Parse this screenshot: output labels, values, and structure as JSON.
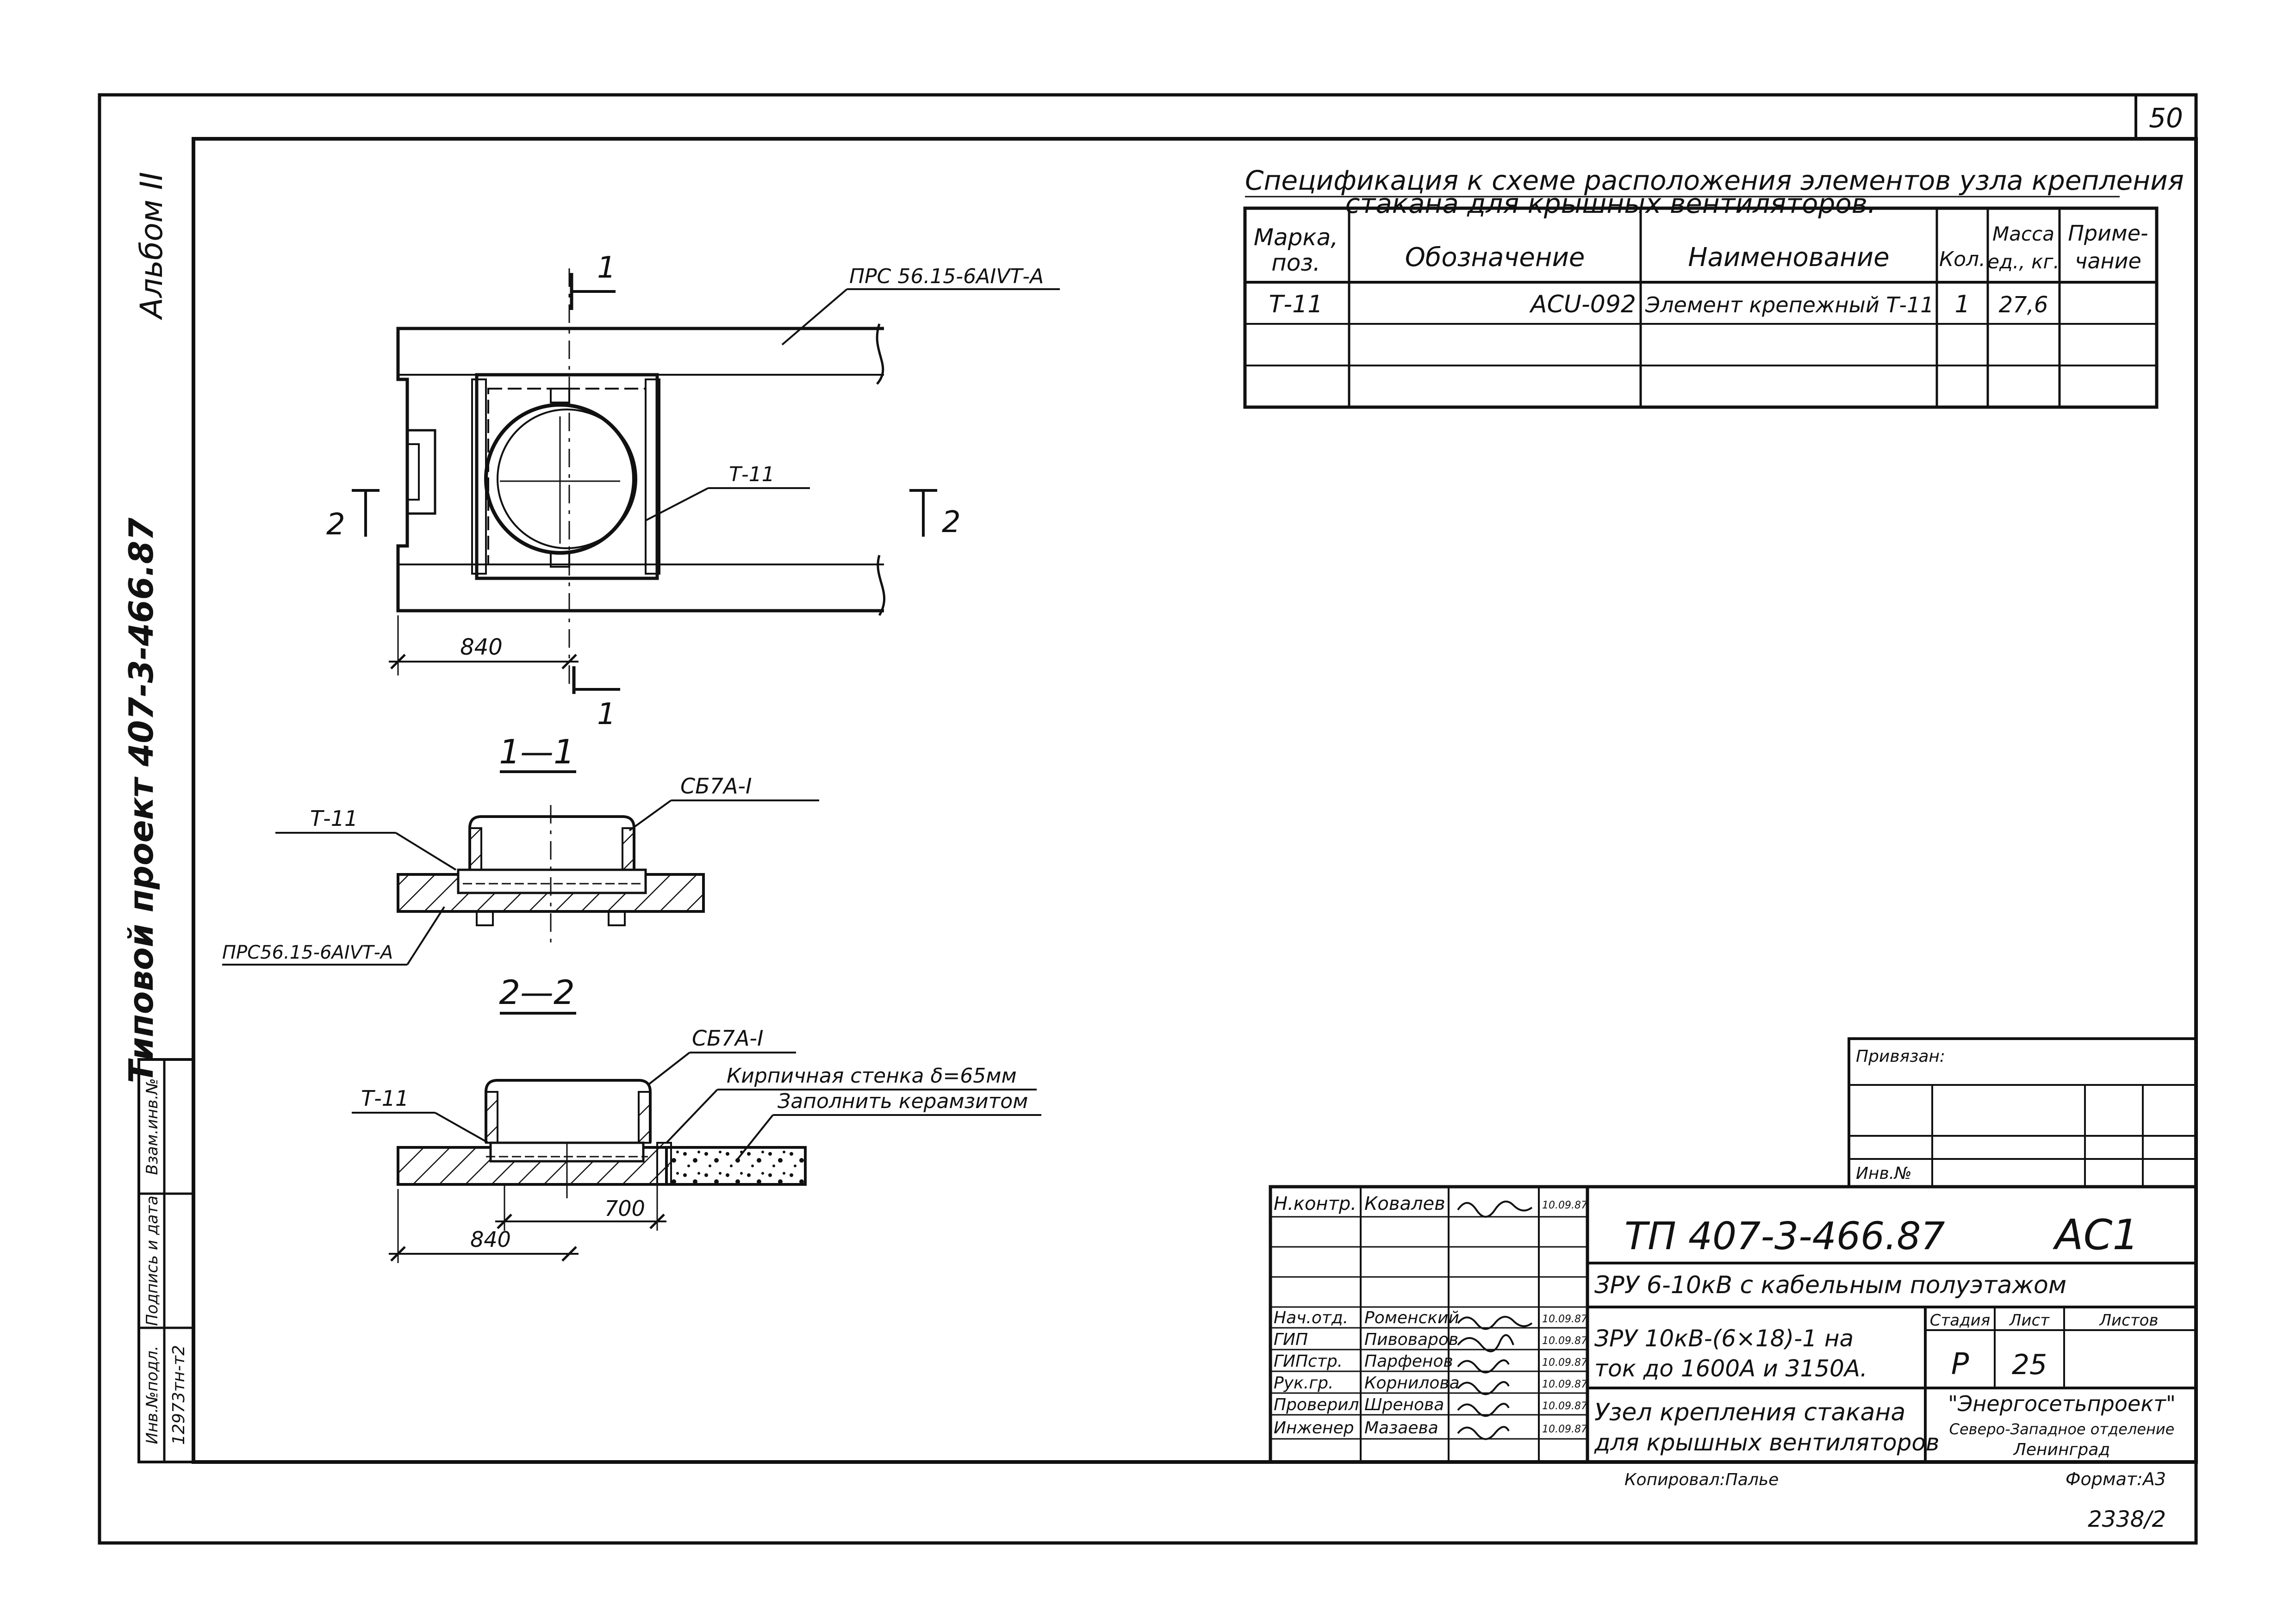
{
  "sheet": {
    "page_number": "50",
    "footer_code": "2338/2",
    "copied_by": "Копировал:Палье",
    "format": "Формат:А3"
  },
  "side": {
    "album": "Альбом II",
    "project": "Типовой проект 407-3-466.87",
    "stamp_labels": [
      "Инв.№подл.",
      "Подпись и дата",
      "Взам.инв.№"
    ],
    "stamp_value": "12973тн-т2"
  },
  "spec": {
    "title_line1": "Спецификация к схеме расположения элементов узла крепления",
    "title_line2": "стакана для крышных вентиляторов.",
    "columns": {
      "mark": [
        "Марка,",
        "поз."
      ],
      "designation": "Обозначение",
      "name": "Наименование",
      "qty": "Кол.",
      "mass": [
        "Масса",
        "ед., кг."
      ],
      "note": [
        "Приме-",
        "чание"
      ]
    },
    "rows": [
      {
        "mark": "Т-11",
        "designation": "АСU-092",
        "name": "Элемент крепежный Т-11",
        "qty": "1",
        "mass": "27,6",
        "note": ""
      }
    ]
  },
  "plan": {
    "beam_label": "ПРС 56.15-6АIVТ-А",
    "element_label": "Т-11",
    "dimension": "840",
    "cut1_a": "1",
    "cut1_b": "1",
    "cut2_a": "2",
    "cut2_b": "2"
  },
  "section11": {
    "title": "1—1",
    "label_t11": "Т-11",
    "label_cb": "СБ7А-I",
    "label_beam": "ПРС56.15-6АIVТ-А"
  },
  "section22": {
    "title": "2—2",
    "label_t11": "Т-11",
    "label_cb": "СБ7А-I",
    "label_wall": "Кирпичная стенка δ=65мм",
    "label_fill": "Заполнить керамзитом",
    "dim_700": "700",
    "dim_840": "840"
  },
  "privyazan": {
    "label": "Привязан:",
    "inv_label": "Инв.№"
  },
  "titleblock": {
    "code": "ТП 407-3-466.87",
    "sheet_mark": "АС1",
    "object": "ЗРУ 6-10кВ с кабельным полуэтажом",
    "subject_line1": "ЗРУ 10кВ-(6×18)-1 на",
    "subject_line2": "ток до 1600А и 3150А.",
    "drawing_line1": "Узел крепления стакана",
    "drawing_line2": "для крышных вентиляторов",
    "stage_label": "Стадия",
    "sheet_label": "Лист",
    "sheets_label": "Листов",
    "stage": "Р",
    "sheet_no": "25",
    "org_line1": "\"Энергосетьпроект\"",
    "org_line2": "Северо-Западное отделение",
    "org_line3": "Ленинград",
    "people": [
      {
        "role": "Н.контр.",
        "name": "Ковалев",
        "date": "10.09.87"
      },
      {
        "role": "",
        "name": "",
        "date": ""
      },
      {
        "role": "",
        "name": "",
        "date": ""
      },
      {
        "role": "Нач.отд.",
        "name": "Роменский",
        "date": "10.09.87"
      },
      {
        "role": "ГИП",
        "name": "Пивоваров",
        "date": "10.09.87"
      },
      {
        "role": "ГИПстр.",
        "name": "Парфенов",
        "date": "10.09.87"
      },
      {
        "role": "Рук.гр.",
        "name": "Корнилова",
        "date": "10.09.87"
      },
      {
        "role": "Проверил",
        "name": "Шренова",
        "date": "10.09.87"
      },
      {
        "role": "Инженер",
        "name": "Мазаева",
        "date": "10.09.87"
      }
    ]
  }
}
